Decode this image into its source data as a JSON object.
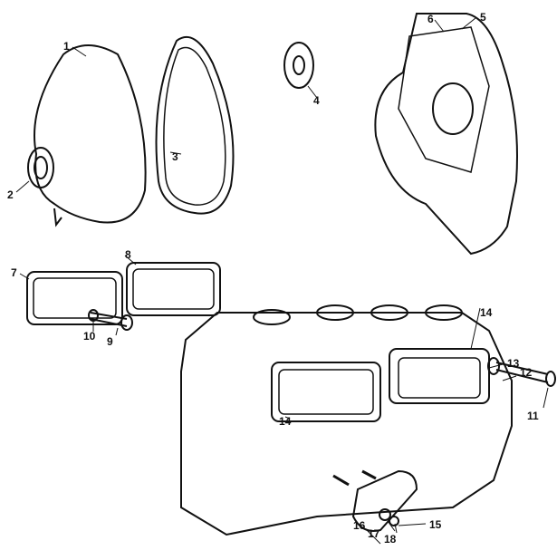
{
  "labels": {
    "l1": "1",
    "l2": "2",
    "l3": "3",
    "l4": "4",
    "l5": "5",
    "l6": "6",
    "l7": "7",
    "l8": "8",
    "l9": "9",
    "l10": "10",
    "l11": "11",
    "l12": "12",
    "l13": "13",
    "l14a": "14",
    "l14b": "14",
    "l15": "15",
    "l16": "16",
    "l17": "17",
    "l18": "18"
  },
  "colors": {
    "ink": "#111111",
    "background": "#ffffff"
  }
}
